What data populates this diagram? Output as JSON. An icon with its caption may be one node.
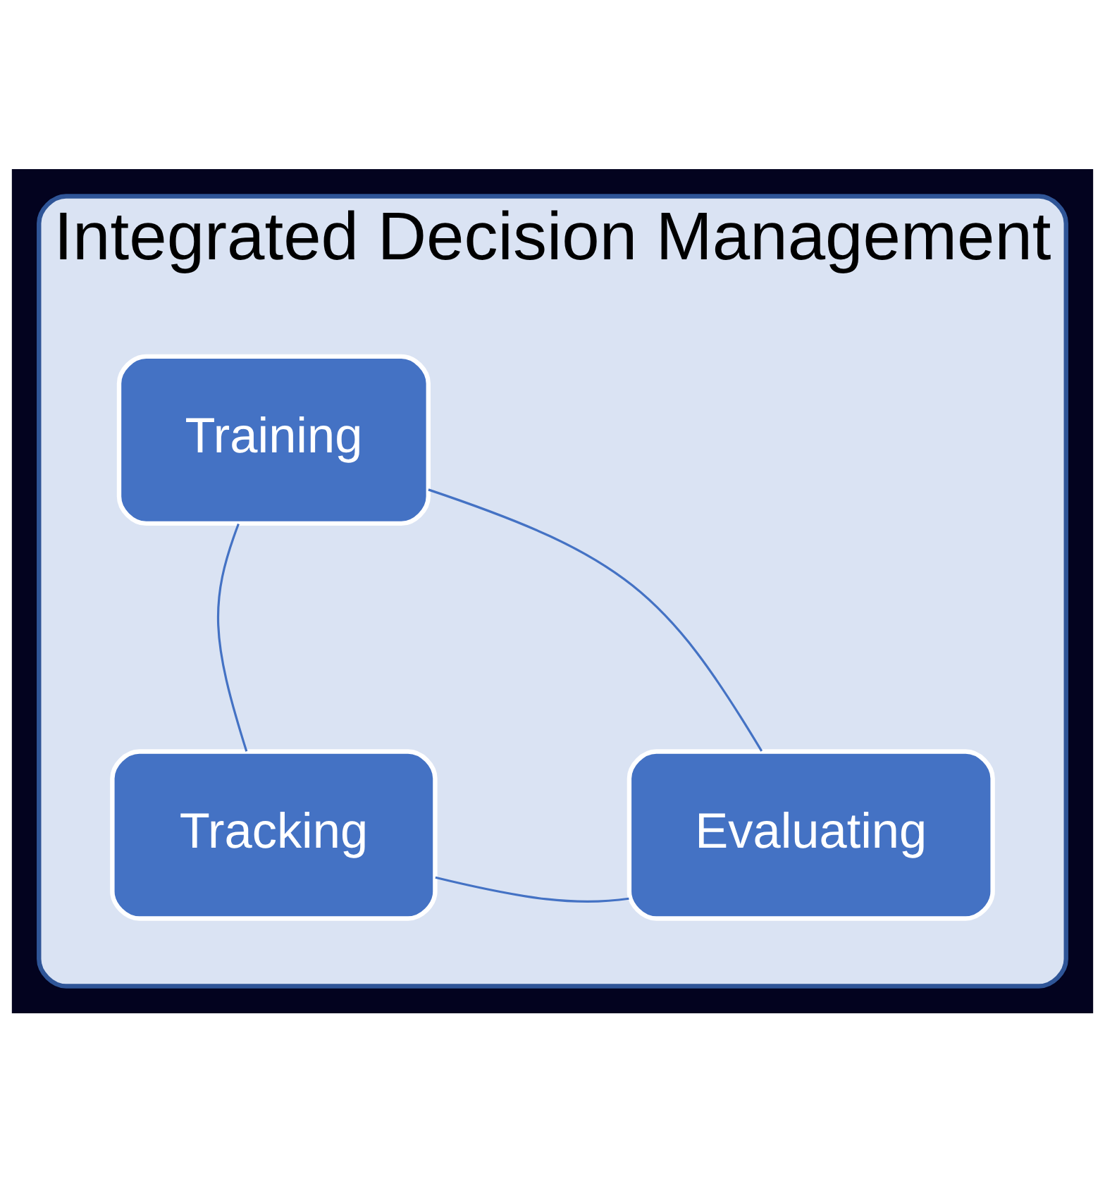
{
  "diagram": {
    "nodes": [
      {
        "text": [
          "Integrated Decision Management"
        ]
      },
      {
        "text": [
          "Training"
        ],
        "in": 0
      },
      {
        "text": [
          "Tracking"
        ],
        "in": 0
      },
      {
        "text": [
          "Evaluating"
        ],
        "in": 0
      }
    ],
    "edges": [
      {
        "from": 1,
        "to": 2,
        "arrow": "none"
      },
      {
        "from": 2,
        "to": 3,
        "arrow": "none"
      },
      {
        "from": 3,
        "to": 1,
        "arrow": "none"
      }
    ]
  }
}
